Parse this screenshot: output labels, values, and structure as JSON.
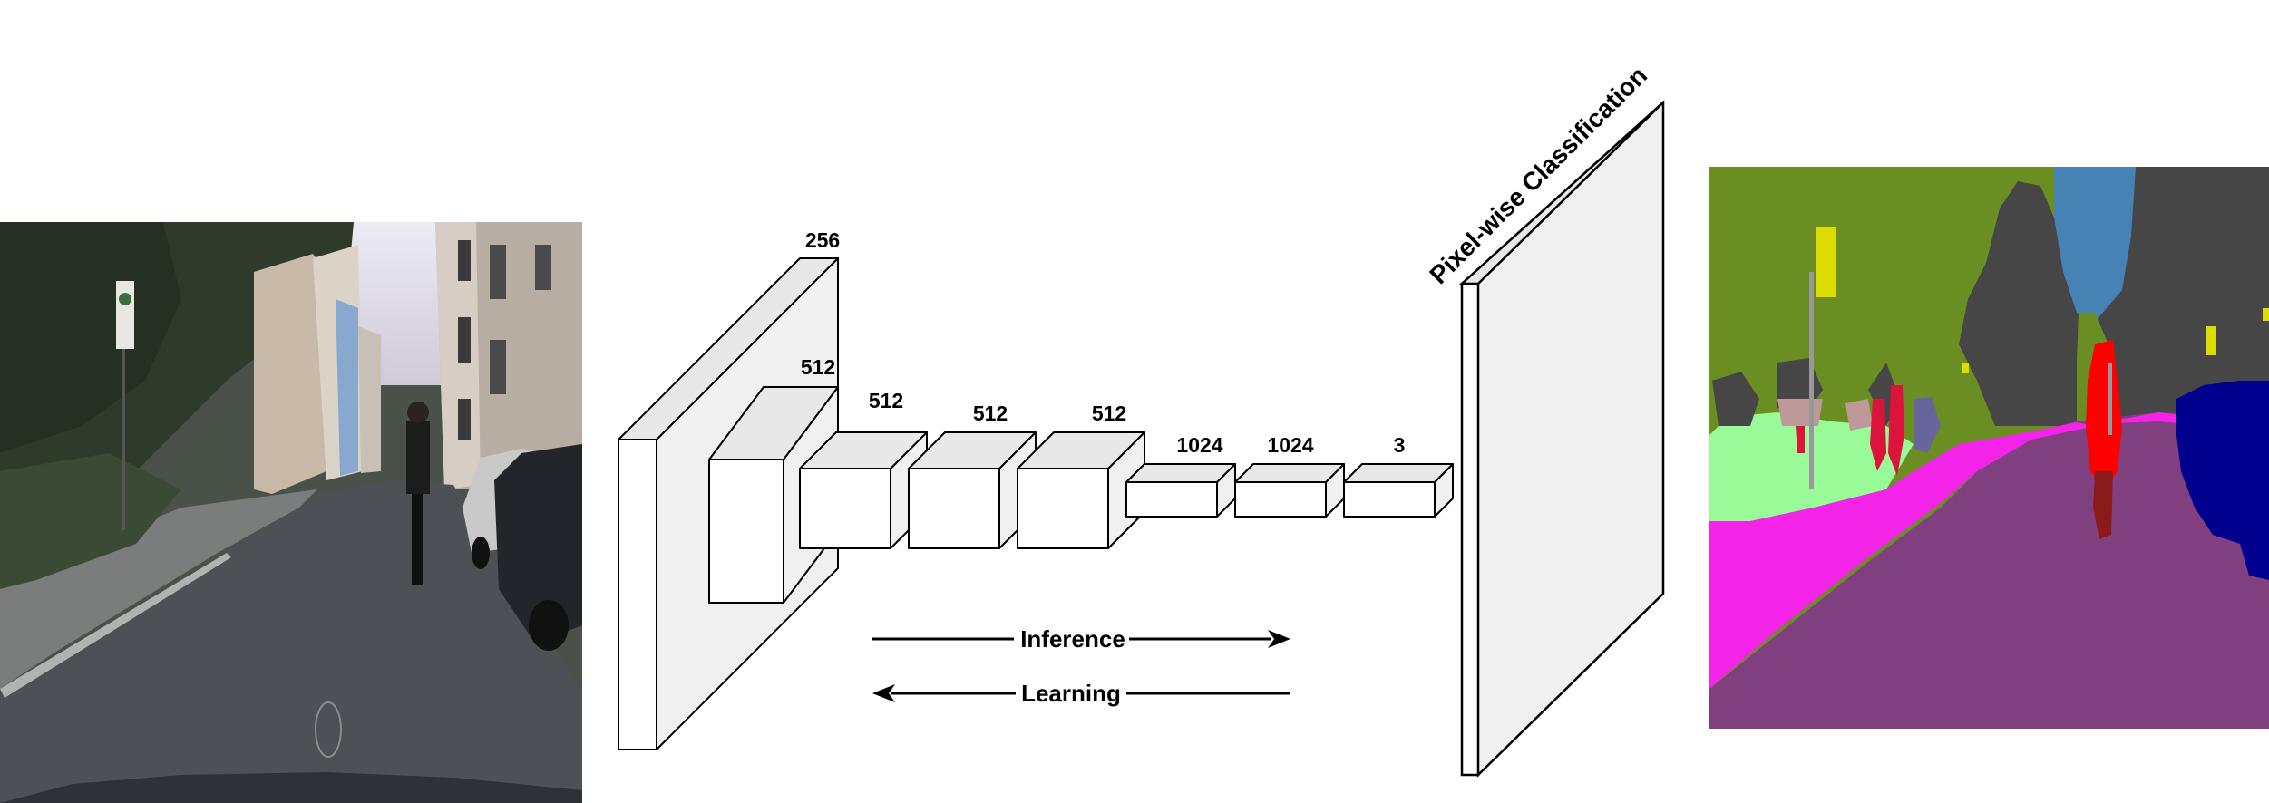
{
  "layers": [
    {
      "label": "256"
    },
    {
      "label": "512"
    },
    {
      "label": "512"
    },
    {
      "label": "512"
    },
    {
      "label": "512"
    },
    {
      "label": "1024"
    },
    {
      "label": "1024"
    },
    {
      "label": "3"
    }
  ],
  "classification_label": "Pixel-wise Classification",
  "arrows": {
    "inference": "Inference",
    "learning": "Learning"
  },
  "colors": {
    "face_front": "#ffffff",
    "face_top": "#e8e8e8",
    "face_side": "#f0f0f0",
    "stroke": "#000000",
    "seg_vegetation": "#6b8e23",
    "seg_sky": "#4682b4",
    "seg_building": "#464646",
    "seg_road": "#804080",
    "seg_sidewalk": "#f423e8",
    "seg_terrain": "#98fb98",
    "seg_person": "#ff0000",
    "seg_rider": "#dc143c",
    "seg_car": "#00008e",
    "seg_pole": "#999999",
    "seg_sign": "#dcdc00",
    "seg_wall": "#66669c",
    "seg_fence": "#be9999"
  }
}
